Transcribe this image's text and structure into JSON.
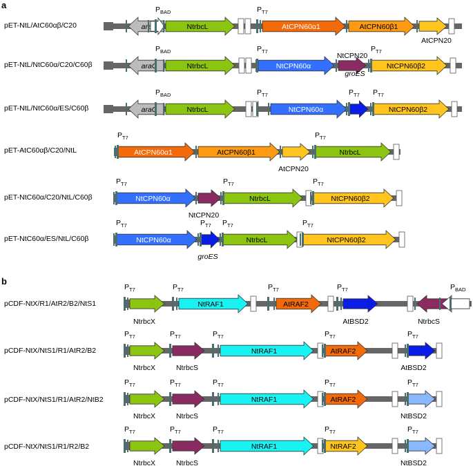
{
  "panels": [
    {
      "label": "a"
    },
    {
      "label": "b"
    }
  ],
  "colors": {
    "backbone": "#666666",
    "araC": "#bcbcbc",
    "PBAD": "#ffffff",
    "rbcL": "#8cc511",
    "CPN60a_At": "#f26a0a",
    "CPN60b_At": "#ff9b13",
    "CPN20": "#ffc41e",
    "CPN60a_Nt": "#3470ff",
    "CPN20_Nt": "#8a2c61",
    "groES": "#0a1de6",
    "rbcX": "#8cc511",
    "rbcS": "#8a2c61",
    "RAF1": "#18f2f2",
    "RAF2_At": "#f26a0a",
    "RAF2_Nt": "#ffc41e",
    "BSD2_At": "#0a1de6",
    "BSD2_Nt": "#8ab8ff",
    "terminator": "#ffffff"
  },
  "constructs": [
    {
      "name": "pET-NtL/AtC60αβ/C20",
      "genes": [
        {
          "label": "araC",
          "italic": true,
          "dir": "left",
          "color": "araC"
        },
        {
          "label": "",
          "dir": "right",
          "color": "PBAD"
        },
        {
          "label": "NtrbcL",
          "dir": "right",
          "color": "rbcL"
        },
        {
          "label": "AtCPN60α1",
          "dir": "right",
          "color": "CPN60a_At"
        },
        {
          "label": "AtCPN60β1",
          "dir": "right",
          "color": "CPN60b_At"
        },
        {
          "label": "",
          "dir": "right",
          "color": "CPN20"
        }
      ],
      "below_labels": [
        "AtCPN20"
      ],
      "promoters": [
        "PBAD",
        "PT7"
      ]
    },
    {
      "name": "pET-NtL/NtC60α/C20/C60β",
      "genes": [
        {
          "label": "araC",
          "italic": true,
          "dir": "left",
          "color": "araC"
        },
        {
          "label": "NtrbcL",
          "dir": "right",
          "color": "rbcL"
        },
        {
          "label": "NtCPN60α",
          "dir": "right",
          "color": "CPN60a_Nt"
        },
        {
          "label": "",
          "dir": "right",
          "color": "CPN20_Nt"
        },
        {
          "label": "NtCPN60β2",
          "dir": "right",
          "color": "CPN20"
        }
      ],
      "below_labels": [
        "NtCPN20"
      ],
      "promoters": [
        "PBAD",
        "PT7",
        "PT7"
      ]
    },
    {
      "name": "pET-NtL/NtC60α/ES/C60β",
      "genes": [
        {
          "label": "araC",
          "italic": true,
          "dir": "left",
          "color": "araC"
        },
        {
          "label": "NtrbcL",
          "dir": "right",
          "color": "rbcL"
        },
        {
          "label": "NtCPN60α",
          "dir": "right",
          "color": "CPN60a_Nt"
        },
        {
          "label": "",
          "dir": "right",
          "color": "groES"
        },
        {
          "label": "NtCPN60β2",
          "dir": "right",
          "color": "CPN20"
        }
      ],
      "below_labels": [
        "groES"
      ],
      "promoters": [
        "PBAD",
        "PT7",
        "PT7",
        "PT7"
      ]
    },
    {
      "name": "pET-AtC60αβ/C20/NtL",
      "genes": [
        {
          "label": "AtCPN60α1",
          "dir": "right",
          "color": "CPN60a_At"
        },
        {
          "label": "AtCPN60β1",
          "dir": "right",
          "color": "CPN60b_At"
        },
        {
          "label": "",
          "dir": "right",
          "color": "CPN20"
        },
        {
          "label": "NtrbcL",
          "dir": "right",
          "color": "rbcL"
        }
      ],
      "below_labels": [
        "AtCPN20"
      ],
      "promoters": [
        "PT7",
        "PT7"
      ]
    },
    {
      "name": "pET-NtC60α/C20/NtL/C60β",
      "genes": [
        {
          "label": "NtCPN60α",
          "dir": "right",
          "color": "CPN60a_Nt"
        },
        {
          "label": "",
          "dir": "right",
          "color": "CPN20_Nt"
        },
        {
          "label": "NtrbcL",
          "dir": "right",
          "color": "rbcL"
        },
        {
          "label": "NtCPN60β2",
          "dir": "right",
          "color": "CPN20"
        }
      ],
      "below_labels": [
        "NtCPN20"
      ],
      "promoters": [
        "PT7",
        "PT7",
        "PT7"
      ]
    },
    {
      "name": "pET-NtC60α/ES/NtL/C60β",
      "genes": [
        {
          "label": "NtCPN60α",
          "dir": "right",
          "color": "CPN60a_Nt"
        },
        {
          "label": "",
          "dir": "right",
          "color": "groES"
        },
        {
          "label": "NtrbcL",
          "dir": "right",
          "color": "rbcL"
        },
        {
          "label": "NtCPN60β2",
          "dir": "right",
          "color": "CPN20"
        }
      ],
      "below_labels": [
        "groES"
      ],
      "promoters": [
        "PT7",
        "PT7",
        "PT7",
        "PT7"
      ]
    },
    {
      "name": "pCDF-NtX/R1/AtR2/B2/NtS1",
      "genes": [
        {
          "label": "",
          "dir": "right",
          "color": "rbcX"
        },
        {
          "label": "NtRAF1",
          "dir": "right",
          "color": "RAF1"
        },
        {
          "label": "AtRAF2",
          "dir": "right",
          "color": "RAF2_At"
        },
        {
          "label": "",
          "dir": "right",
          "color": "BSD2_At"
        },
        {
          "label": "",
          "dir": "left",
          "color": "rbcS"
        },
        {
          "label": "",
          "dir": "left",
          "color": "PBAD"
        }
      ],
      "below_labels": [
        "NtrbcX",
        "AtBSD2",
        "NtrbcS"
      ],
      "promoters": [
        "PT7",
        "PT7",
        "PT7",
        "PT7",
        "PBAD"
      ]
    },
    {
      "name": "pCDF-NtX/NtS1/R1/AtR2/B2",
      "genes": [
        {
          "label": "",
          "dir": "right",
          "color": "rbcX"
        },
        {
          "label": "",
          "dir": "right",
          "color": "rbcS"
        },
        {
          "label": "NtRAF1",
          "dir": "right",
          "color": "RAF1"
        },
        {
          "label": "AtRAF2",
          "dir": "right",
          "color": "RAF2_At"
        },
        {
          "label": "",
          "dir": "right",
          "color": "BSD2_At"
        }
      ],
      "below_labels": [
        "NtrbcX",
        "NtrbcS",
        "AtBSD2"
      ],
      "promoters": [
        "PT7",
        "PT7",
        "PT7",
        "PT7",
        "PT7"
      ]
    },
    {
      "name": "pCDF-NtX/NtS1/R1/AtR2/NtB2",
      "genes": [
        {
          "label": "",
          "dir": "right",
          "color": "rbcX"
        },
        {
          "label": "",
          "dir": "right",
          "color": "rbcS"
        },
        {
          "label": "NtRAF1",
          "dir": "right",
          "color": "RAF1"
        },
        {
          "label": "AtRAF2",
          "dir": "right",
          "color": "RAF2_At"
        },
        {
          "label": "",
          "dir": "right",
          "color": "BSD2_Nt"
        }
      ],
      "below_labels": [
        "NtrbcX",
        "NtrbcS",
        "NtBSD2"
      ],
      "promoters": [
        "PT7",
        "PT7",
        "PT7",
        "PT7",
        "PT7"
      ]
    },
    {
      "name": "pCDF-NtX/NtS1/R1/R2/B2",
      "genes": [
        {
          "label": "",
          "dir": "right",
          "color": "rbcX"
        },
        {
          "label": "",
          "dir": "right",
          "color": "rbcS"
        },
        {
          "label": "NtRAF1",
          "dir": "right",
          "color": "RAF1"
        },
        {
          "label": "NtRAF2",
          "dir": "right",
          "color": "RAF2_Nt"
        },
        {
          "label": "",
          "dir": "right",
          "color": "BSD2_Nt"
        }
      ],
      "below_labels": [
        "NtrbcX",
        "NtrbcS",
        "NtBSD2"
      ],
      "promoters": [
        "PT7",
        "PT7",
        "PT7",
        "PT7",
        "PT7"
      ]
    }
  ]
}
